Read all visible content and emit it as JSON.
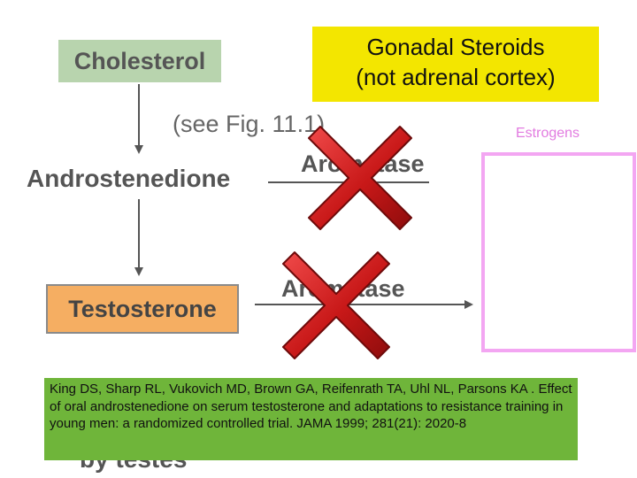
{
  "diagram": {
    "cholesterol": "Cholesterol",
    "see_fig": "(see Fig. 11.1)",
    "androstenedione": "Androstenedione",
    "aromatase_1": "Aromatase",
    "aromatase_2": "Aromatase",
    "testosterone": "Testosterone",
    "by_testes": "by testes"
  },
  "title": {
    "line1": "Gonadal Steroids",
    "line2": "(not adrenal cortex)"
  },
  "estrogens_label": "Estrogens",
  "citation": "King DS, Sharp RL, Vukovich MD, Brown GA, Reifenrath TA, Uhl NL, Parsons KA . Effect of oral androstenedione on serum testosterone and adaptations to resistance training in young men: a randomized controlled trial. JAMA 1999; 281(21): 2020-8",
  "colors": {
    "cholesterol_box": "#b8d4ae",
    "testosterone_box": "#f5ae62",
    "title_box": "#f3e600",
    "estrogens": "#e27be0",
    "citation_box": "#6fb53a",
    "cross": "#d42020"
  }
}
